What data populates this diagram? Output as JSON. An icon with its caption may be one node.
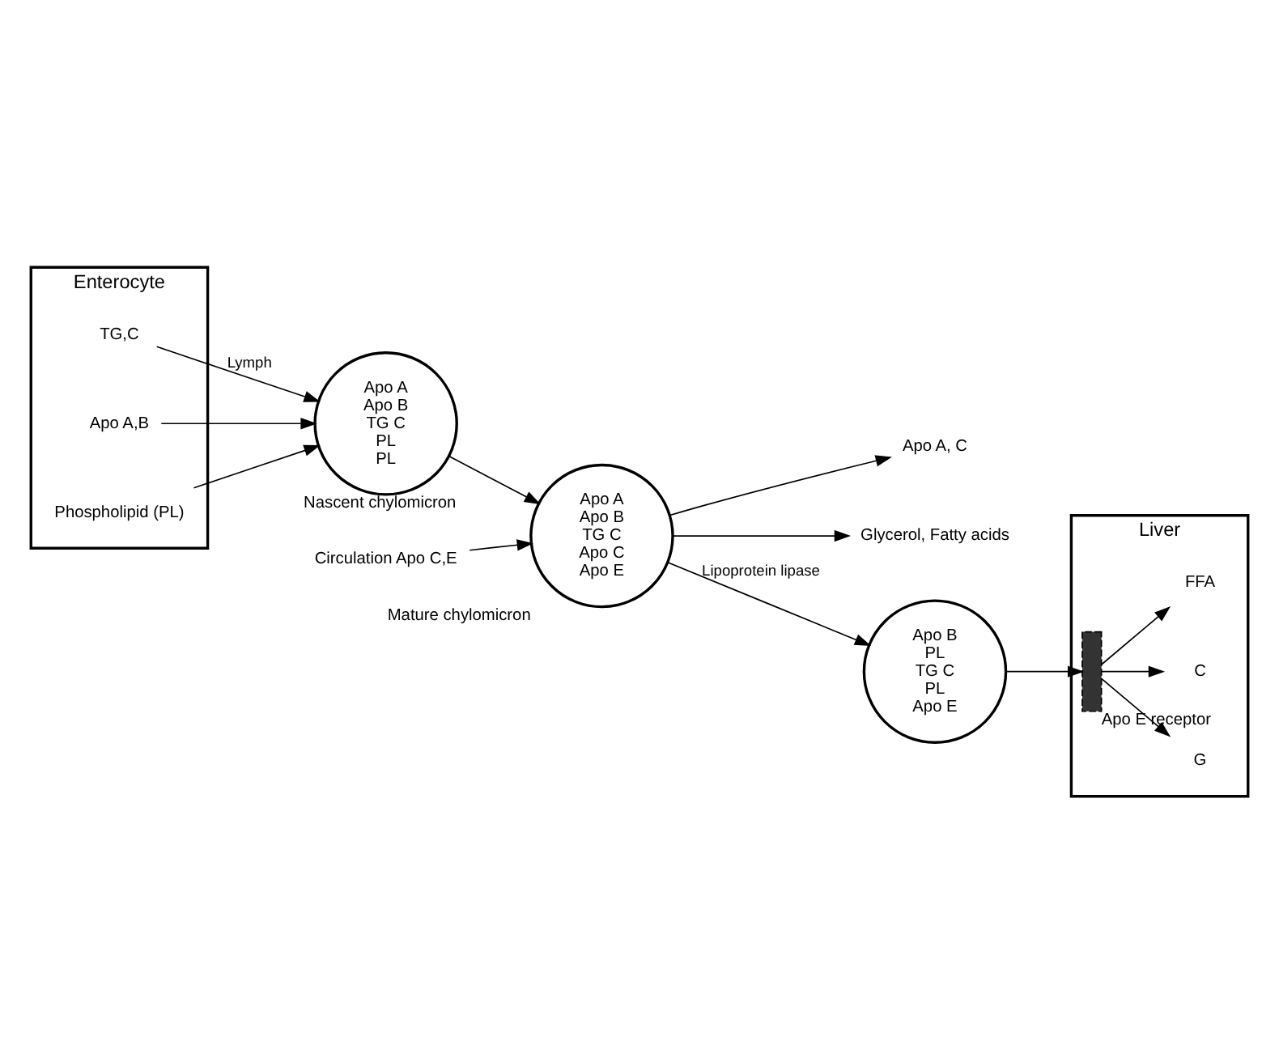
{
  "diagram": {
    "nodes": [
      {
        "text": [
          "Enterocyte"
        ]
      },
      {
        "text": [
          "TG,C"
        ],
        "in": 0
      },
      {
        "text": [
          "Apo A,B"
        ],
        "in": 0
      },
      {
        "text": [
          "Phospholipid (PL)"
        ],
        "in": 0
      },
      {
        "text": [
          "Apo A",
          "Apo B",
          "TG C",
          "PL",
          "PL"
        ],
        "beside": [
          "Nascent chylomicron"
        ]
      },
      {
        "text": [
          "Circulation Apo C,E"
        ]
      },
      {
        "text": [
          "Apo A",
          "Apo B",
          "TG C",
          "Apo C",
          "Apo E"
        ],
        "beside": [
          "Mature chylomicron"
        ]
      },
      {
        "text": [
          "Apo A, C"
        ]
      },
      {
        "text": [
          "Glycerol, Fatty acids"
        ]
      },
      {
        "text": [
          "Apo B",
          "PL",
          "TG C",
          "PL",
          "Apo E"
        ]
      },
      {
        "text": [
          "Liver"
        ]
      },
      {
        "text": [],
        "shape": "box",
        "in": 10,
        "beside": [
          "Apo E receptor"
        ]
      },
      {
        "text": [
          "G"
        ],
        "in": 10
      },
      {
        "text": [
          "C"
        ],
        "in": 10
      },
      {
        "text": [
          "FFA"
        ],
        "in": 10
      }
    ],
    "edges": [
      {
        "from": 1,
        "to": 4,
        "arrow": "to",
        "label": "Lymph"
      },
      {
        "from": 2,
        "to": 4,
        "arrow": "to"
      },
      {
        "from": 3,
        "to": 4,
        "arrow": "to"
      },
      {
        "from": 4,
        "to": 6,
        "arrow": "to"
      },
      {
        "from": 5,
        "to": 6,
        "arrow": "to"
      },
      {
        "from": 6,
        "to": 9,
        "arrow": "to",
        "label": "Lipoprotein lipase"
      },
      {
        "from": 6,
        "to": 7,
        "arrow": "to"
      },
      {
        "from": 6,
        "to": 8,
        "arrow": "to"
      },
      {
        "from": 9,
        "to": 11,
        "arrow": "to"
      },
      {
        "from": 11,
        "to": 12,
        "arrow": "to"
      },
      {
        "from": 11,
        "to": 14,
        "arrow": "to"
      },
      {
        "from": 11,
        "to": 13,
        "arrow": "to"
      }
    ]
  }
}
